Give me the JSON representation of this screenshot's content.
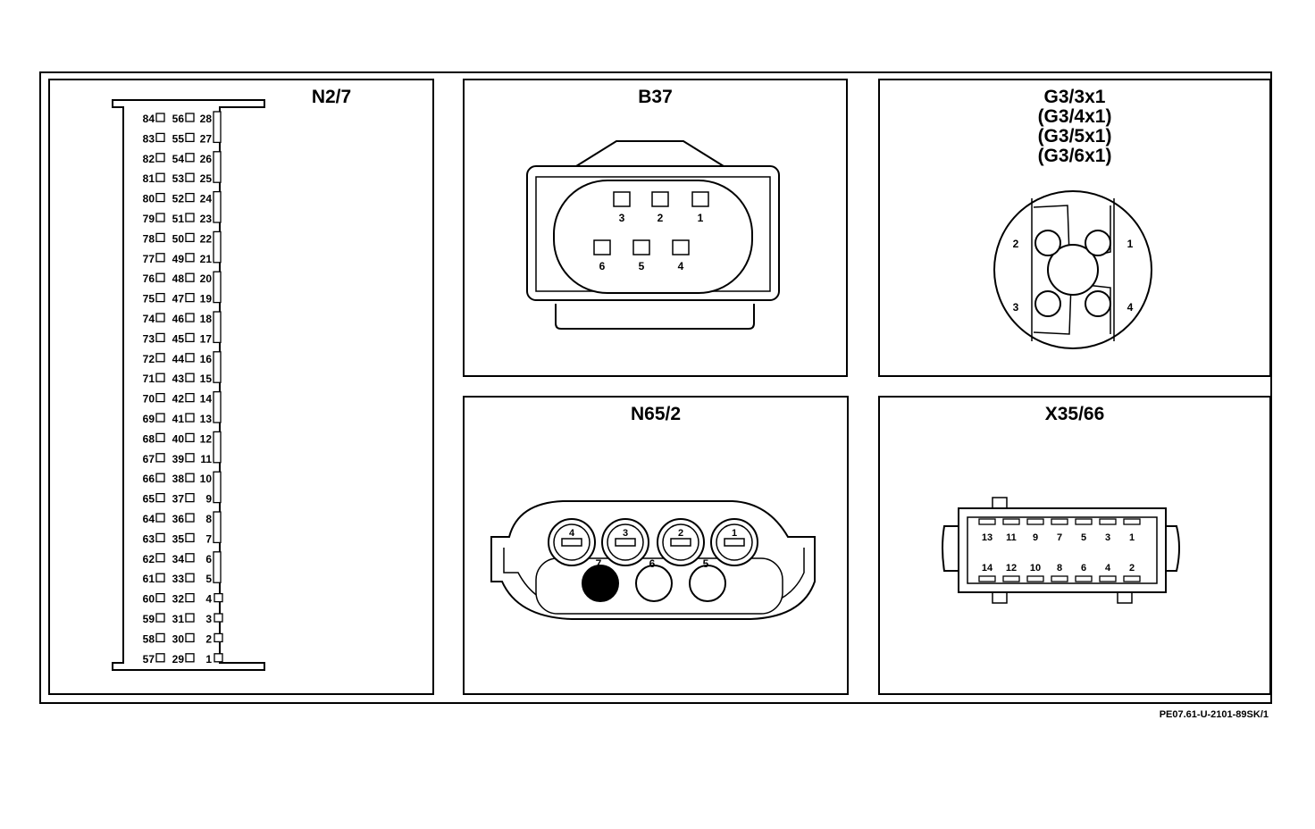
{
  "connectors": {
    "n27": {
      "title": "N2/7",
      "rows": [
        [
          "84",
          "56",
          "28"
        ],
        [
          "83",
          "55",
          "27"
        ],
        [
          "82",
          "54",
          "26"
        ],
        [
          "81",
          "53",
          "25"
        ],
        [
          "80",
          "52",
          "24"
        ],
        [
          "79",
          "51",
          "23"
        ],
        [
          "78",
          "50",
          "22"
        ],
        [
          "77",
          "49",
          "21"
        ],
        [
          "76",
          "48",
          "20"
        ],
        [
          "75",
          "47",
          "19"
        ],
        [
          "74",
          "46",
          "18"
        ],
        [
          "73",
          "45",
          "17"
        ],
        [
          "72",
          "44",
          "16"
        ],
        [
          "71",
          "43",
          "15"
        ],
        [
          "70",
          "42",
          "14"
        ],
        [
          "69",
          "41",
          "13"
        ],
        [
          "68",
          "40",
          "12"
        ],
        [
          "67",
          "39",
          "11"
        ],
        [
          "66",
          "38",
          "10"
        ],
        [
          "65",
          "37",
          "9"
        ],
        [
          "64",
          "36",
          "8"
        ],
        [
          "63",
          "35",
          "7"
        ],
        [
          "62",
          "34",
          "6"
        ],
        [
          "61",
          "33",
          "5"
        ],
        [
          "60",
          "32",
          "4"
        ],
        [
          "59",
          "31",
          "3"
        ],
        [
          "58",
          "30",
          "2"
        ],
        [
          "57",
          "29",
          "1"
        ]
      ]
    },
    "b37": {
      "title": "B37",
      "top_pins": [
        "3",
        "2",
        "1"
      ],
      "bottom_pins": [
        "6",
        "5",
        "4"
      ]
    },
    "g3": {
      "title_lines": [
        "G3/3x1",
        "(G3/4x1)",
        "(G3/5x1)",
        "(G3/6x1)"
      ],
      "pins": [
        "1",
        "2",
        "3",
        "4"
      ]
    },
    "n65": {
      "title": "N65/2",
      "top_pins": [
        "4",
        "3",
        "2",
        "1"
      ],
      "bottom_pins": [
        "7",
        "6",
        "5"
      ]
    },
    "x35": {
      "title": "X35/66",
      "top_pins": [
        "13",
        "11",
        "9",
        "7",
        "5",
        "3",
        "1"
      ],
      "bottom_pins": [
        "14",
        "12",
        "10",
        "8",
        "6",
        "4",
        "2"
      ]
    }
  },
  "reference": "PE07.61-U-2101-89SK/1"
}
